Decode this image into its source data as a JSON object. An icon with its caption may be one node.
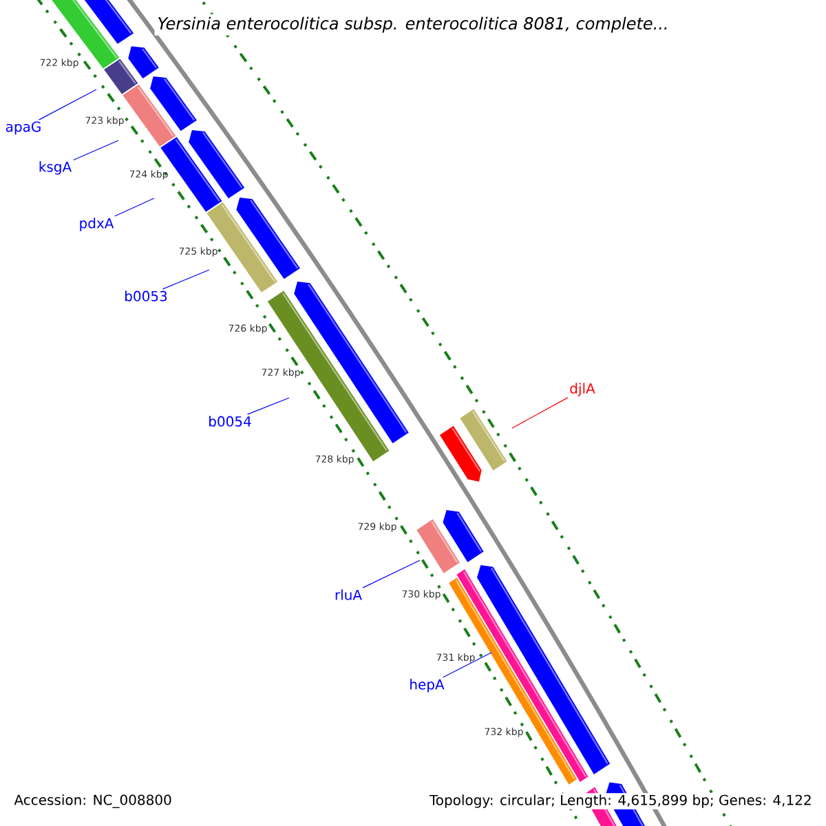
{
  "diagram": {
    "title": "Yersinia enterocolitica subsp. enterocolitica 8081, complete...",
    "nodes": [
      {
        "text": [
          "apaG"
        ]
      },
      {
        "text": [
          "ksgA"
        ]
      },
      {
        "text": [
          "pdxA"
        ]
      },
      {
        "text": [
          "b0053"
        ]
      },
      {
        "text": [
          "djlA"
        ]
      },
      {
        "text": [
          "b0054"
        ]
      },
      {
        "text": [
          "rluA"
        ]
      },
      {
        "text": [
          "hepA"
        ]
      }
    ],
    "edges": [
      {
        "from": 0,
        "to": null,
        "arrow": "none"
      },
      {
        "from": 1,
        "to": null,
        "arrow": "none"
      },
      {
        "from": 2,
        "to": null,
        "arrow": "none"
      },
      {
        "from": 3,
        "to": null,
        "arrow": "none"
      },
      {
        "from": 4,
        "to": null,
        "arrow": "none",
        "color": "#ff0000"
      },
      {
        "from": 5,
        "to": null,
        "arrow": "none"
      },
      {
        "from": 6,
        "to": null,
        "arrow": "none"
      },
      {
        "from": 7,
        "to": null,
        "arrow": "none"
      }
    ],
    "labels": [
      "722 kbp",
      "723 kbp",
      "724 kbp",
      "725 kbp",
      "726 kbp",
      "727 kbp",
      "728 kbp",
      "729 kbp",
      "730 kbp",
      "731 kbp",
      "732 kbp",
      "Accession: NC_008800",
      "Topology: circular; Length: 4,615,899 bp; Genes: 4,122"
    ]
  }
}
